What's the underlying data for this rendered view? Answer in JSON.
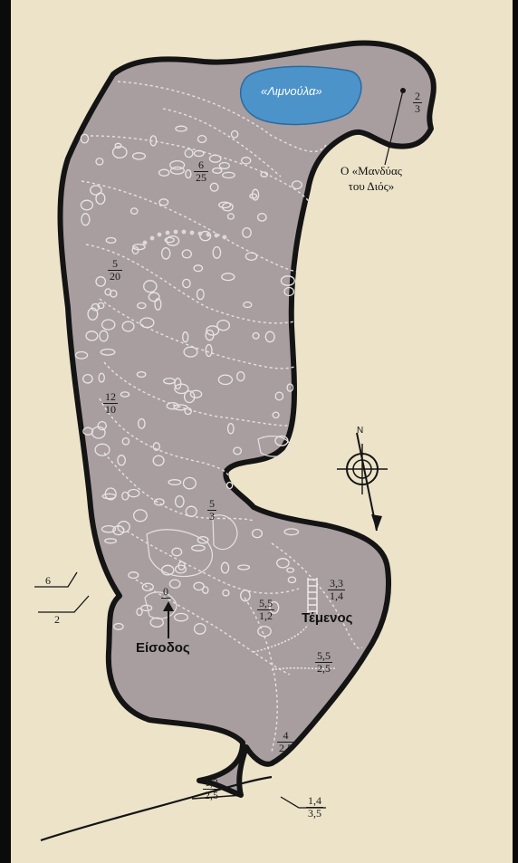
{
  "colors": {
    "background": "#ece3c9",
    "cave_fill": "#a89ea0",
    "cave_outline": "#141414",
    "lake_fill": "#4c93c9",
    "contour": "#e6e1e1"
  },
  "labels": {
    "lake": "«Λιμνούλα»",
    "mantle_line1": "Ο «Μανδύας",
    "mantle_line2": "του Διός»",
    "temenos": "Τέμενος",
    "entrance": "Είσοδος"
  },
  "measurements": [
    {
      "id": "m1",
      "num": "2",
      "den": "3"
    },
    {
      "id": "m2",
      "num": "6",
      "den": "25"
    },
    {
      "id": "m3",
      "num": "5",
      "den": "20"
    },
    {
      "id": "m4",
      "num": "12",
      "den": "10"
    },
    {
      "id": "m5",
      "num": "5",
      "den": "3"
    },
    {
      "id": "m6",
      "num": "0",
      "den": ""
    },
    {
      "id": "m7",
      "num": "5,5",
      "den": "1,2"
    },
    {
      "id": "m8",
      "num": "3,3",
      "den": "1,4"
    },
    {
      "id": "m9",
      "num": "5,5",
      "den": "2,5"
    },
    {
      "id": "m10",
      "num": "4",
      "den": "2,5"
    },
    {
      "id": "m11",
      "num": "1,3",
      "den": "2,5"
    },
    {
      "id": "m12",
      "num": "1,4",
      "den": "3,5"
    },
    {
      "id": "m13",
      "num": "6",
      "den": "2"
    }
  ],
  "icons": {
    "compass": "north-arrow-compass-icon",
    "entrance_arrow": "entrance-arrow-icon"
  }
}
